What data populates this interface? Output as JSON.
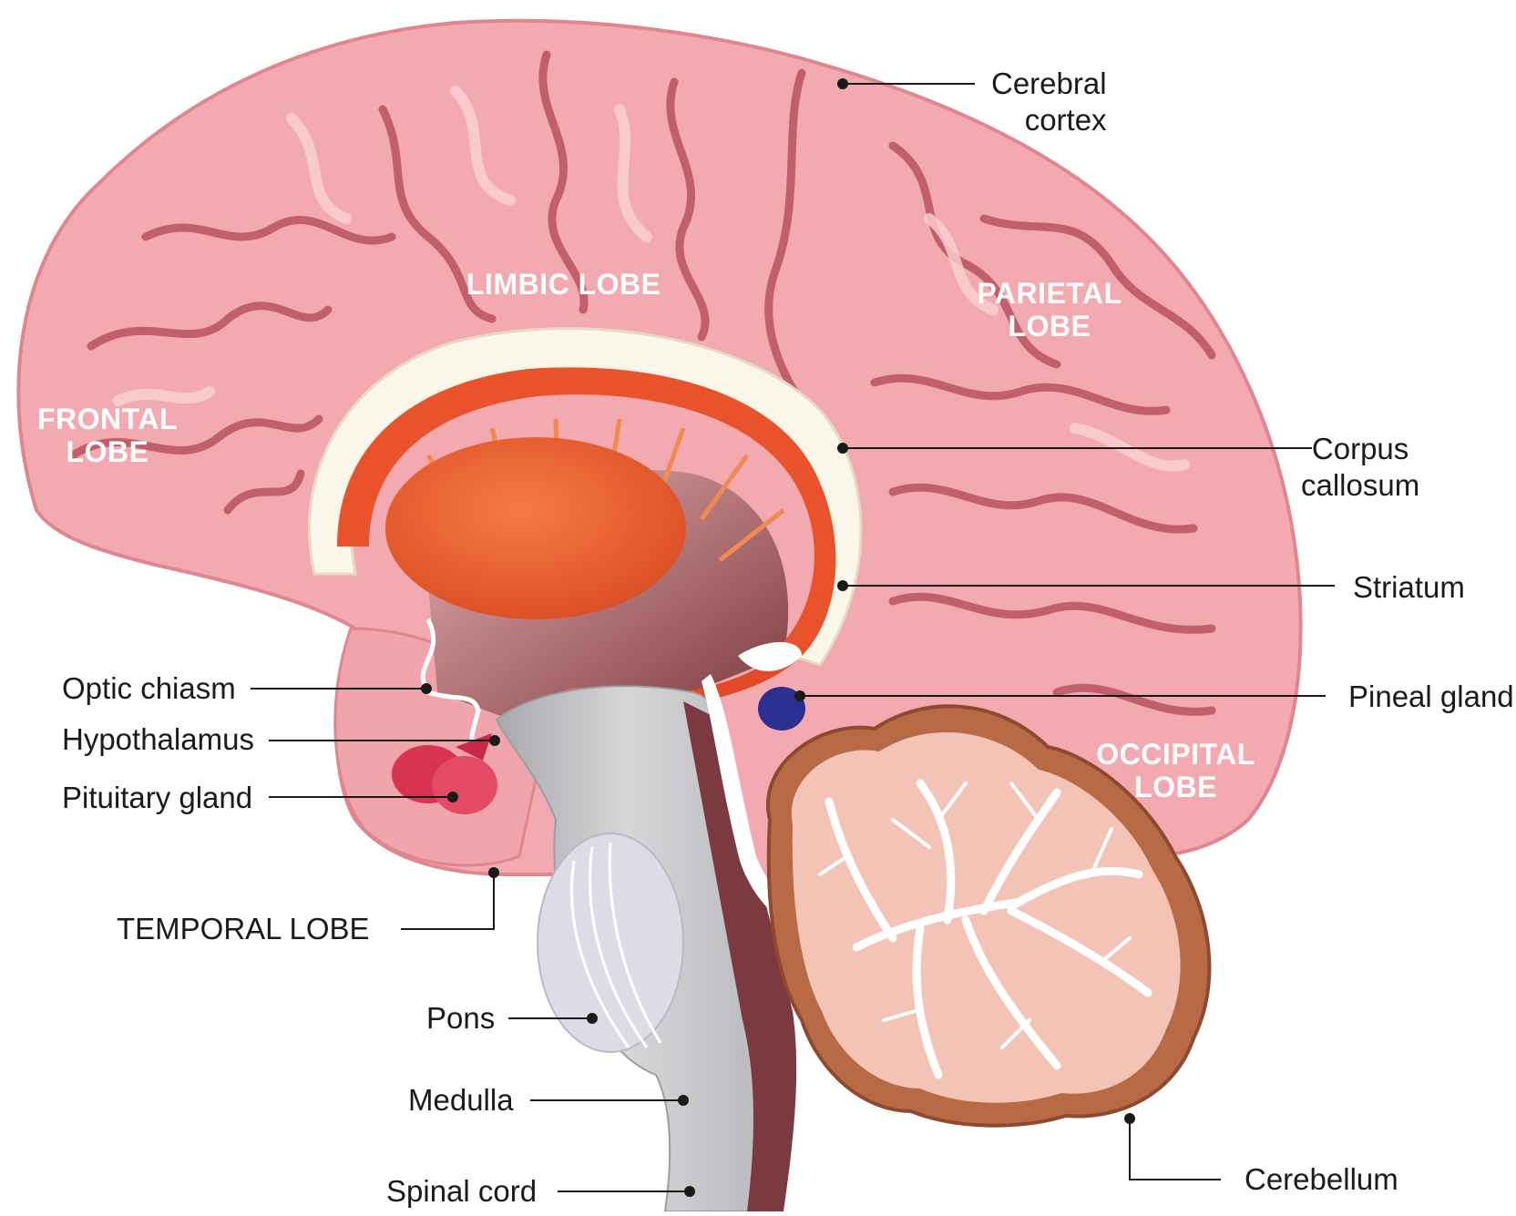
{
  "labels": {
    "cerebral_cortex_1": "Cerebral",
    "cerebral_cortex_2": "cortex",
    "corpus_callosum_1": "Corpus",
    "corpus_callosum_2": "callosum",
    "striatum": "Striatum",
    "pineal_gland": "Pineal gland",
    "optic_chiasm": "Optic chiasm",
    "hypothalamus": "Hypothalamus",
    "pituitary_gland": "Pituitary gland",
    "temporal_lobe": "TEMPORAL LOBE",
    "pons": "Pons",
    "medulla": "Medulla",
    "spinal_cord": "Spinal cord",
    "cerebellum": "Cerebellum"
  },
  "lobes": {
    "limbic": "LIMBIC LOBE",
    "parietal_1": "PARIETAL",
    "parietal_2": "LOBE",
    "frontal_1": "FRONTAL",
    "frontal_2": "LOBE",
    "occipital_1": "OCCIPITAL",
    "occipital_2": "LOBE"
  },
  "colors": {
    "cortex": "#f2a9b0",
    "cortex_dark": "#b9545e",
    "corpus_callosum": "#fbf6ea",
    "striatum": "#e8532c",
    "brainstem": "#c9c9cc",
    "cerebellum": "#b86a45",
    "pineal": "#2b2f8f",
    "pituitary": "#d83452"
  }
}
